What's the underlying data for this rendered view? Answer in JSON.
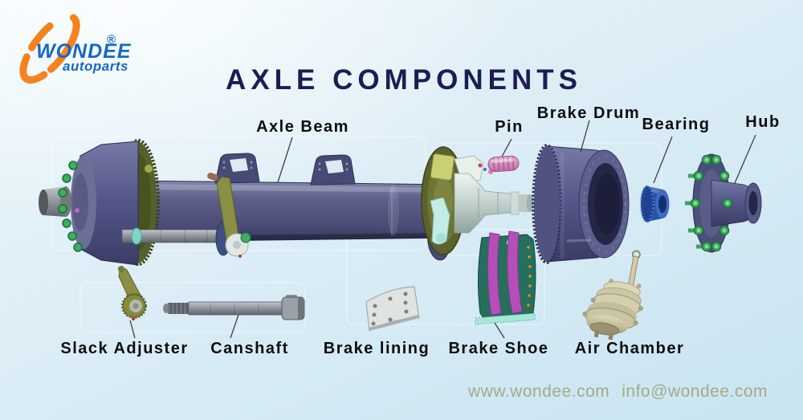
{
  "logo": {
    "brand": "WONDEE",
    "registered": "®",
    "tagline": "autoparts"
  },
  "title": "AXLE COMPONENTS",
  "labels": {
    "axle_beam": "Axle Beam",
    "pin": "Pin",
    "brake_drum": "Brake Drum",
    "bearing": "Bearing",
    "hub": "Hub",
    "slack_adjuster": "Slack Adjuster",
    "canshaft": "Canshaft",
    "brake_lining": "Brake lining",
    "brake_shoe": "Brake Shoe",
    "air_chamber": "Air Chamber"
  },
  "footer": {
    "website": "www.wondee.com",
    "email": "info@wondee.com"
  },
  "colors": {
    "brand-orange": "#f5821f",
    "brand-blue": "#1468c8",
    "title-navy": "#1b1d52",
    "label-black": "#0d0d0d",
    "footer-olive": "#a5aa86",
    "bg-top": "#eef8fc",
    "bg-bottom": "#c8e4f1",
    "part-slate-blue": "#54577f",
    "part-olive": "#5c622b",
    "part-green-bolt": "#3fae5f",
    "part-pink-pin": "#d98cba",
    "part-bearing-blue": "#2c52a8",
    "part-magenta-shoe": "#b44fba",
    "part-khaki-chamber": "#c6c1a0"
  }
}
